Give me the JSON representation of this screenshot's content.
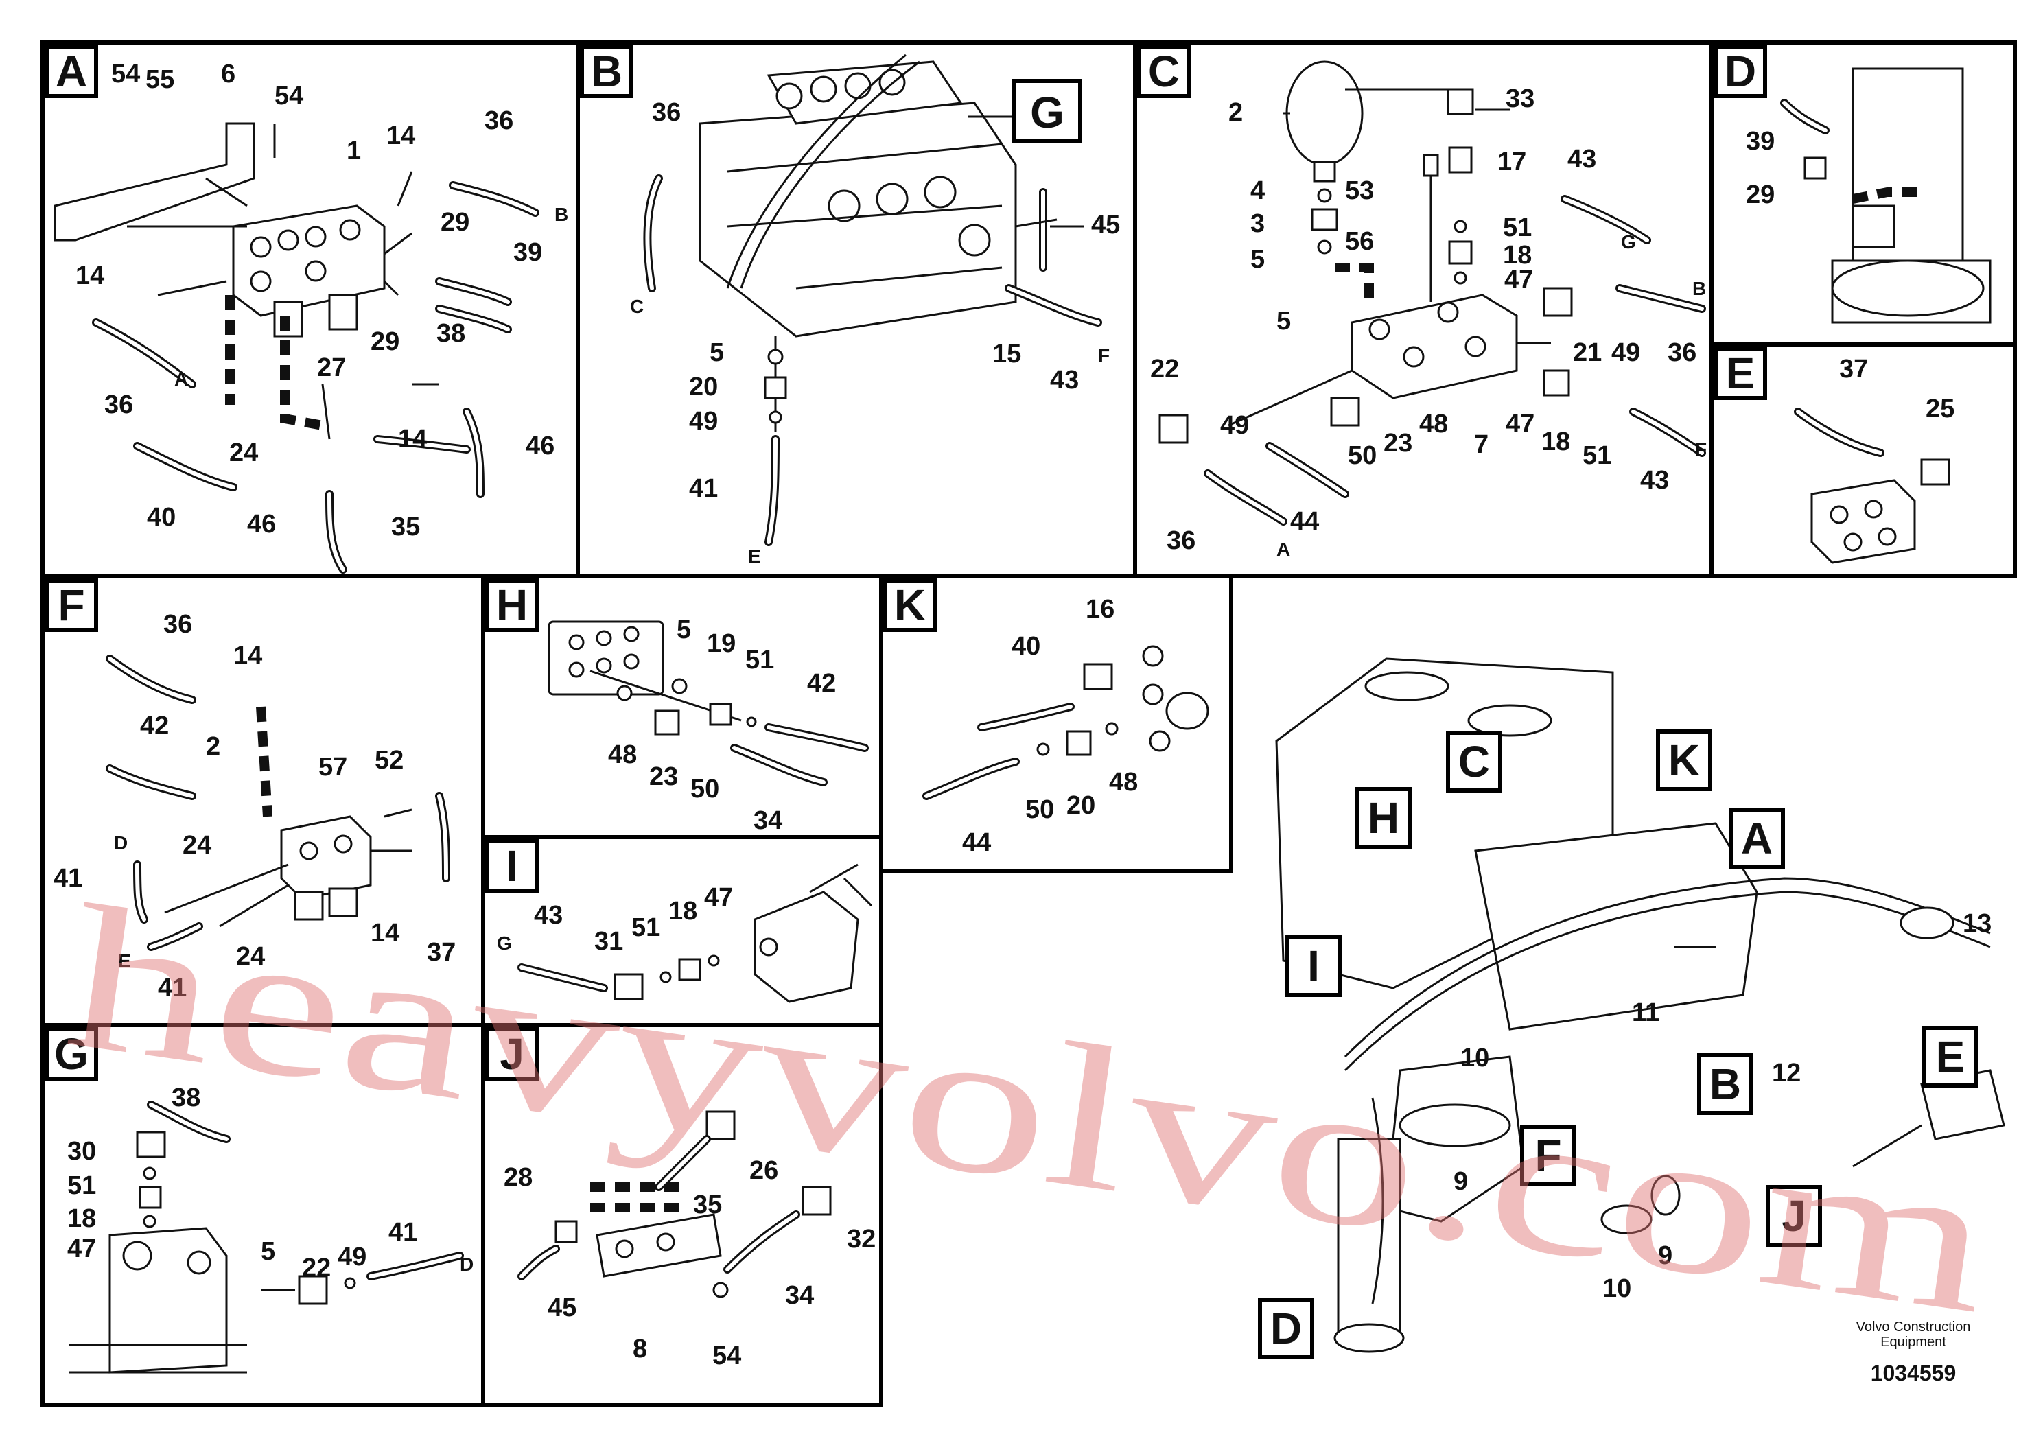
{
  "panels": [
    {
      "letter": "A",
      "labels": [
        "54",
        "55",
        "6",
        "54",
        "1",
        "14",
        "36",
        "B",
        "29",
        "39",
        "14",
        "29",
        "38",
        "27",
        "14",
        "46",
        "36",
        "A",
        "24",
        "40",
        "46",
        "35"
      ]
    },
    {
      "letter": "B",
      "labels": [
        "36",
        "G",
        "45",
        "C",
        "5",
        "20",
        "49",
        "41",
        "E",
        "15",
        "43",
        "F"
      ]
    },
    {
      "letter": "C",
      "labels": [
        "2",
        "33",
        "17",
        "43",
        "G",
        "4",
        "53",
        "3",
        "56",
        "51",
        "18",
        "5",
        "47",
        "B",
        "21",
        "49",
        "36",
        "5",
        "22",
        "49",
        "23",
        "48",
        "7",
        "47",
        "18",
        "51",
        "F",
        "50",
        "44",
        "A",
        "36",
        "43"
      ]
    },
    {
      "letter": "D",
      "labels": [
        "39",
        "29"
      ]
    },
    {
      "letter": "E",
      "labels": [
        "37",
        "25"
      ]
    },
    {
      "letter": "F",
      "labels": [
        "36",
        "14",
        "42",
        "2",
        "57",
        "52",
        "D",
        "24",
        "41",
        "24",
        "14",
        "37",
        "E",
        "41"
      ]
    },
    {
      "letter": "H",
      "labels": [
        "5",
        "19",
        "51",
        "42",
        "48",
        "23",
        "50",
        "34"
      ]
    },
    {
      "letter": "I",
      "labels": [
        "43",
        "31",
        "51",
        "18",
        "47",
        "G"
      ]
    },
    {
      "letter": "K",
      "labels": [
        "16",
        "40",
        "20",
        "48",
        "50",
        "44"
      ]
    },
    {
      "letter": "G",
      "labels": [
        "38",
        "30",
        "51",
        "18",
        "47",
        "5",
        "22",
        "49",
        "41",
        "D"
      ]
    },
    {
      "letter": "J",
      "labels": [
        "28",
        "26",
        "35",
        "32",
        "34",
        "45",
        "8",
        "54"
      ]
    }
  ],
  "overview": {
    "callouts": [
      "C",
      "K",
      "H",
      "A",
      "I",
      "11",
      "13",
      "10",
      "9",
      "F",
      "D",
      "J",
      "B",
      "E",
      "12",
      "10",
      "9"
    ],
    "refs": [
      "9",
      "10",
      "11",
      "12",
      "13"
    ]
  },
  "footer": {
    "company_line1": "Volvo Construction",
    "company_line2": "Equipment",
    "part_number": "1034559"
  },
  "watermark": "heavyvolvo.com",
  "colors": {
    "line": "#111111",
    "frame": "#000000",
    "watermark": "#e07070",
    "background": "#ffffff"
  }
}
